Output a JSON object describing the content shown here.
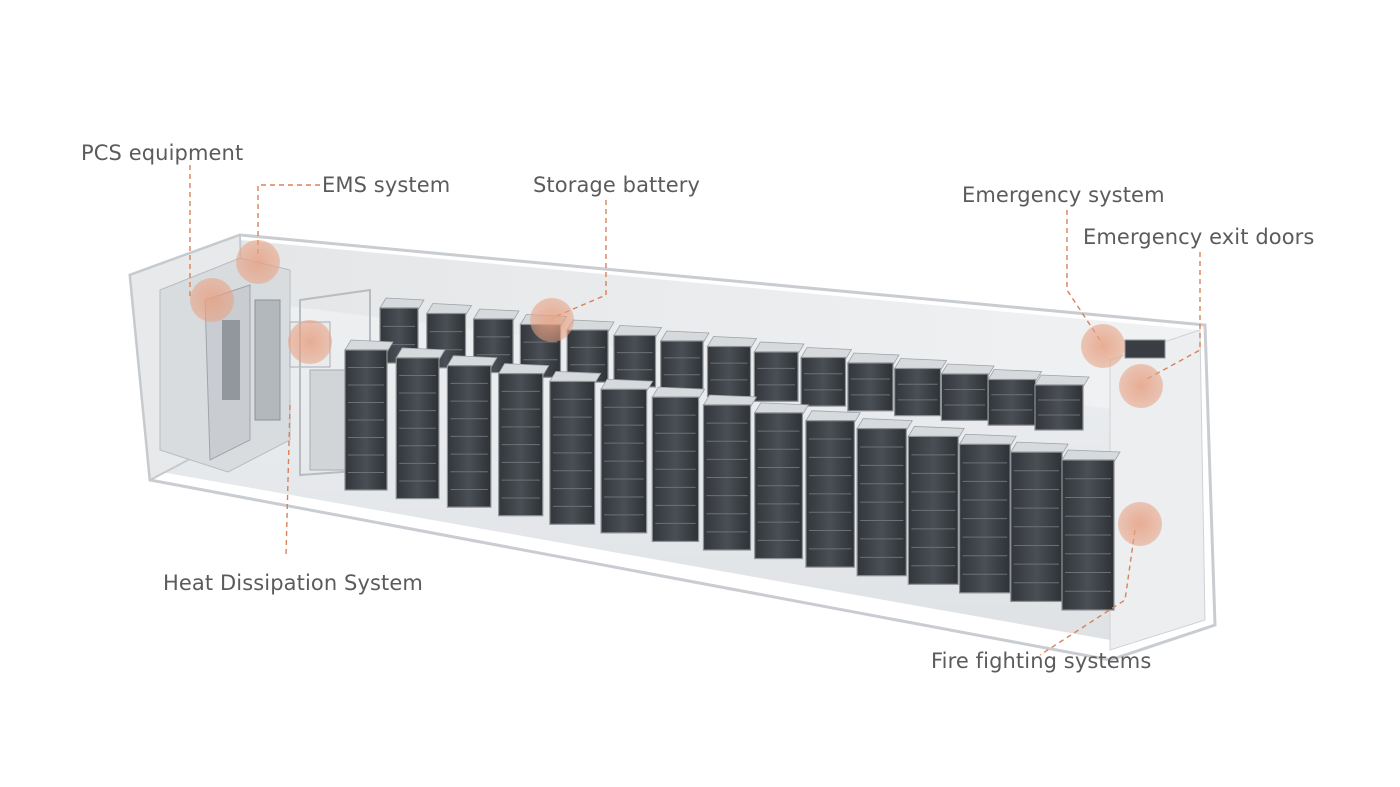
{
  "labels": {
    "pcs": "PCS equipment",
    "ems": "EMS system",
    "storage": "Storage battery",
    "emergency": "Emergency system",
    "exit_doors": "Emergency exit doors",
    "heat": "Heat Dissipation System",
    "fire": "Fire fighting systems"
  },
  "colors": {
    "leader_line": "#d9825a",
    "hotspot": "#e9a68b",
    "label_text": "#5b5b5b",
    "battery_rack": "#3f4348",
    "container_wall": "#e6e8ea"
  },
  "equipment": {
    "front_rack_count": 15,
    "back_rack_count": 15
  }
}
